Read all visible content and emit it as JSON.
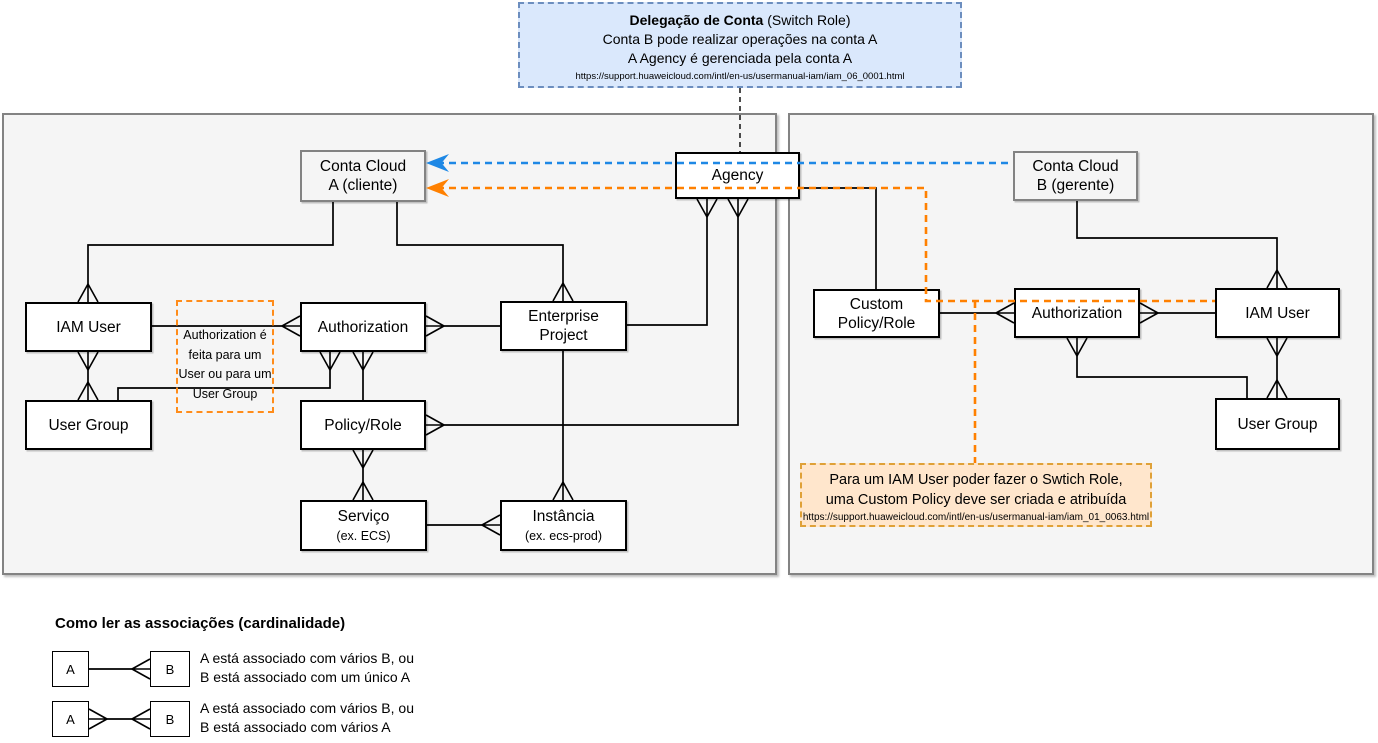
{
  "note_top": {
    "title_bold": "Delegação de Conta",
    "title_rest": " (Switch Role)",
    "line2": "Conta B pode realizar operações na conta A",
    "line3": "A Agency é gerenciada pela conta A",
    "url": "https://support.huaweicloud.com/intl/en-us/usermanual-iam/iam_06_0001.html"
  },
  "entities": {
    "conta_a": {
      "l1": "Conta Cloud",
      "l2": "A (cliente)"
    },
    "agency": {
      "l1": "Agency"
    },
    "conta_b": {
      "l1": "Conta Cloud",
      "l2": "B (gerente)"
    },
    "iam_user_a": {
      "l1": "IAM User"
    },
    "authorization_a": {
      "l1": "Authorization"
    },
    "enterprise_project": {
      "l1": "Enterprise",
      "l2": "Project"
    },
    "user_group_a": {
      "l1": "User Group"
    },
    "policy_role": {
      "l1": "Policy/Role"
    },
    "servico": {
      "l1": "Serviço",
      "sub": "(ex. ECS)"
    },
    "instancia": {
      "l1": "Instância",
      "sub": "(ex. ecs-prod)"
    },
    "custom_policy": {
      "l1": "Custom",
      "l2": "Policy/Role"
    },
    "authorization_b": {
      "l1": "Authorization"
    },
    "iam_user_b": {
      "l1": "IAM User"
    },
    "user_group_b": {
      "l1": "User Group"
    }
  },
  "note_auth": {
    "line1": "Authorization é",
    "line2": "feita para um",
    "line3": "User ou para um",
    "line4": "User Group"
  },
  "note_switch": {
    "line1": "Para um IAM User poder fazer o Swtich Role,",
    "line2": "uma Custom Policy deve ser criada e atribuída",
    "url": "https://support.huaweicloud.com/intl/en-us/usermanual-iam/iam_01_0063.html"
  },
  "legend": {
    "title": "Como ler as associações (cardinalidade)",
    "box_a": "A",
    "box_b": "B",
    "row1_line1": "A está associado com vários B, ou",
    "row1_line2": "B está associado com um único A",
    "row2_line1": "A está associado com vários B, ou",
    "row2_line2": "B está associado com vários A"
  },
  "colors": {
    "accent_blue": "#1E88E5",
    "accent_orange": "#FF8000",
    "note_blue_bg": "#DAE8FC",
    "note_blue_border": "#6C8EBF",
    "note_orange_bg": "#FFE6CC",
    "note_orange_border": "#DFA138",
    "note_auth_border": "#FF8C1A",
    "container_bg": "#F5F5F5",
    "container_border": "#838383"
  }
}
